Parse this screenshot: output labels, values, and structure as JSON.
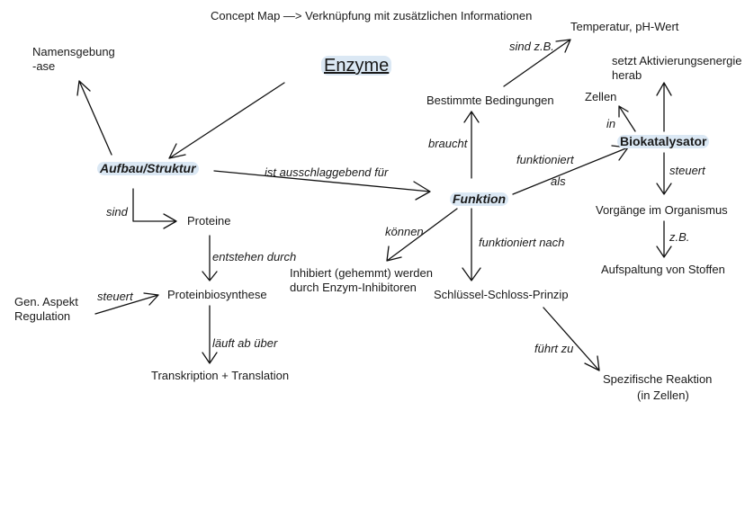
{
  "title": "Concept Map —> Verknüpfung mit zusätzlichen Informationen",
  "nodes": {
    "enzyme": "Enzyme",
    "namensgebung_1": "Namensgebung",
    "namensgebung_2": "-ase",
    "aufbau": "Aufbau/Struktur",
    "proteine": "Proteine",
    "proteinbiosynthese": "Proteinbiosynthese",
    "transkription": "Transkription + Translation",
    "gen_aspekt_1": "Gen. Aspekt",
    "gen_aspekt_2": "Regulation",
    "funktion": "Funktion",
    "inhibiert_1": "Inhibiert (gehemmt) werden",
    "inhibiert_2": "durch Enzym-Inhibitoren",
    "schluessel": "Schlüssel-Schloss-Prinzip",
    "spezifisch_1": "Spezifische Reaktion",
    "spezifisch_2": "(in Zellen)",
    "bedingungen": "Bestimmte Bedingungen",
    "temperatur": "Temperatur, pH-Wert",
    "biokatalysator": "Biokatalysator",
    "zellen": "Zellen",
    "aktivierung_1": "setzt Aktivierungsenergie",
    "aktivierung_2": "herab",
    "vorgaenge": "Vorgänge im Organismus",
    "aufspaltung": "Aufspaltung von Stoffen"
  },
  "labels": {
    "sind": "sind",
    "entstehen": "entstehen durch",
    "steuert_gen": "steuert",
    "laeuft": "läuft ab über",
    "ausschlaggebend": "ist ausschlaggebend für",
    "braucht": "braucht",
    "sind_zb": "sind z.B.",
    "funktioniert": "funktioniert",
    "als": "als",
    "in": "in",
    "steuert_bio": "steuert",
    "zb": "z.B.",
    "koennen": "können",
    "funktioniert_nach": "funktioniert nach",
    "fuehrt_zu": "führt zu"
  }
}
